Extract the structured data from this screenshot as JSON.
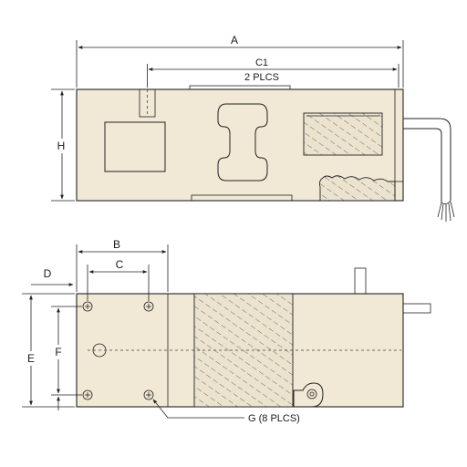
{
  "dimensions": {
    "A": "A",
    "C1_line1": "C1",
    "C1_line2": "2 PLCS",
    "H": "H",
    "B": "B",
    "C": "C",
    "D": "D",
    "E": "E",
    "F": "F",
    "G": "G (8 PLCS)"
  },
  "colors": {
    "body": "#f1e8d5",
    "line": "#222222"
  }
}
